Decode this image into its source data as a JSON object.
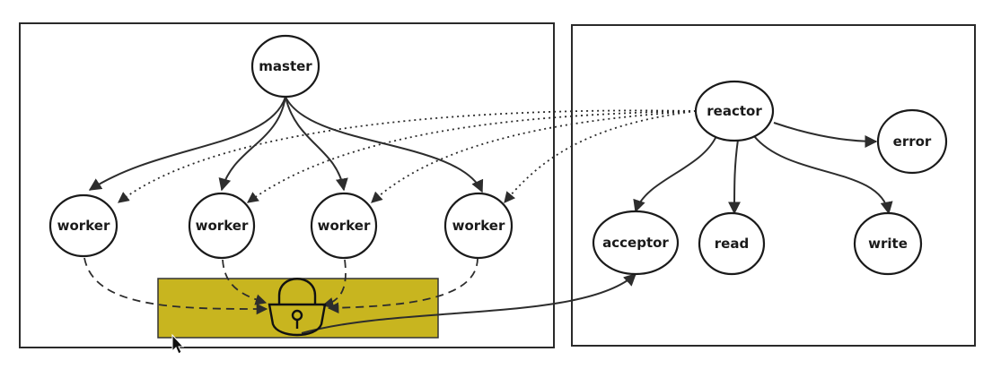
{
  "nodes": {
    "master": "master",
    "worker_1": "worker",
    "worker_2": "worker",
    "worker_3": "worker",
    "worker_4": "worker",
    "reactor": "reactor",
    "error": "error",
    "acceptor": "acceptor",
    "read": "read",
    "write": "write"
  },
  "colors": {
    "lock_band": "#c8b51f",
    "ink": "#1a1a1a",
    "background": "#ffffff"
  },
  "icons": {
    "lock": "padlock-icon",
    "cursor": "mouse-pointer-icon"
  }
}
